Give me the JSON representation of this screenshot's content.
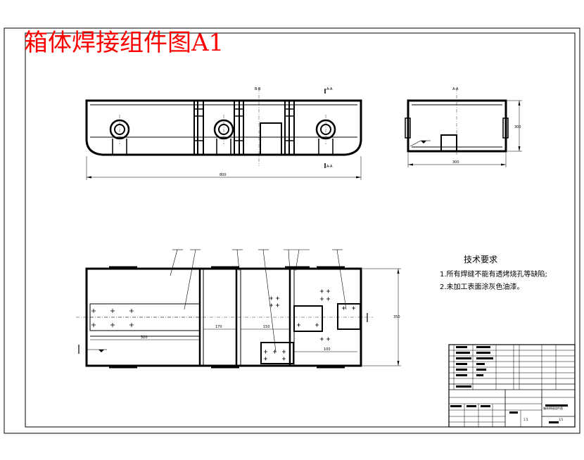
{
  "title": "箱体焊接组件图A1",
  "colors": {
    "title": "#ff0000",
    "lines": "#000000",
    "background": "#ffffff"
  },
  "notes": {
    "heading": "技术要求",
    "items": [
      "1.所有焊缝不能有透烤烧孔等缺陷;",
      "2.未加工表面涂灰色油漆。"
    ]
  },
  "dimensions": {
    "front_length": "800",
    "side_width": "300",
    "side_height": "300",
    "plan_a": "320",
    "plan_b": "170",
    "plan_c": "150",
    "plan_d": "100",
    "plan_height": "350"
  },
  "section_marks": {
    "a_a": "A-A",
    "b_b": "B-B"
  },
  "title_block": {
    "drawing_name": "箱体焊接组件图",
    "scale": "1:5",
    "sheet": "1/1"
  }
}
